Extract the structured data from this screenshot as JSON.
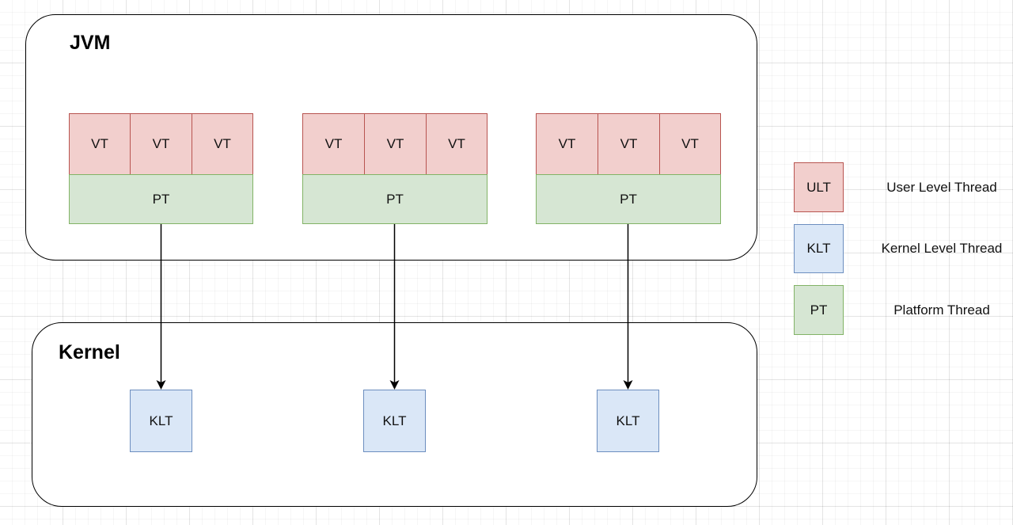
{
  "diagram": {
    "jvm": {
      "title": "JVM",
      "groups": [
        {
          "virtual_threads": [
            "VT",
            "VT",
            "VT"
          ],
          "platform_thread": "PT"
        },
        {
          "virtual_threads": [
            "VT",
            "VT",
            "VT"
          ],
          "platform_thread": "PT"
        },
        {
          "virtual_threads": [
            "VT",
            "VT",
            "VT"
          ],
          "platform_thread": "PT"
        }
      ]
    },
    "kernel": {
      "title": "Kernel",
      "threads": [
        "KLT",
        "KLT",
        "KLT"
      ]
    },
    "legend": [
      {
        "code": "ULT",
        "label": "User Level Thread",
        "color": "#f2cfcd",
        "border": "#b85450"
      },
      {
        "code": "KLT",
        "label": "Kernel Level Thread",
        "color": "#dae7f7",
        "border": "#6c8ebf"
      },
      {
        "code": "PT",
        "label": "Platform Thread",
        "color": "#d6e6d3",
        "border": "#82b366"
      }
    ]
  }
}
